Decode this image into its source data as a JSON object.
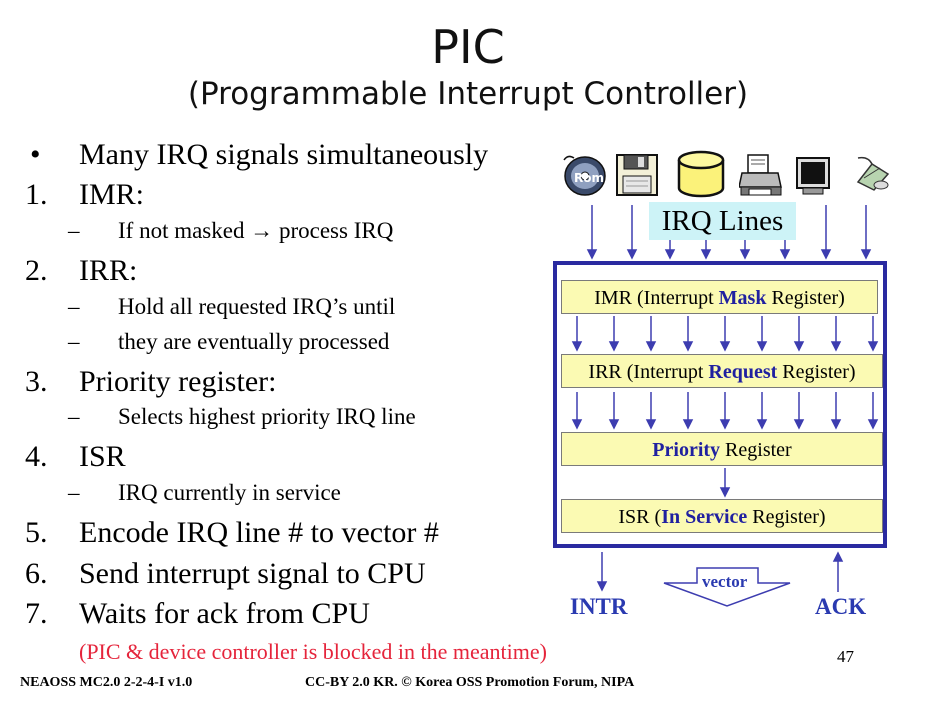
{
  "title": "PIC",
  "subtitle": "(Programmable Interrupt Controller)",
  "bullets": {
    "b0": {
      "marker": "•",
      "text": "Many IRQ signals simultaneously"
    },
    "b1": {
      "marker": "1.",
      "text": "IMR:"
    },
    "b1a": {
      "marker": "–",
      "text": "If not masked → process IRQ"
    },
    "b2": {
      "marker": "2.",
      "text": "IRR:"
    },
    "b2a": {
      "marker": "–",
      "text": "Hold all requested IRQ’s until"
    },
    "b2b": {
      "marker": "–",
      "text": "they are eventually processed"
    },
    "b3": {
      "marker": "3.",
      "text": "Priority register:"
    },
    "b3a": {
      "marker": "–",
      "text": "Selects highest priority IRQ line"
    },
    "b4": {
      "marker": "4.",
      "text": "ISR"
    },
    "b4a": {
      "marker": "–",
      "text": "IRQ currently in service"
    },
    "b5": {
      "marker": "5.",
      "text": "Encode IRQ line # to vector #"
    },
    "b6": {
      "marker": "6.",
      "text": "Send interrupt signal to CPU"
    },
    "b7": {
      "marker": "7.",
      "text": "Waits for ack from CPU"
    },
    "note": "(PIC & device controller is blocked in the meantime)"
  },
  "diagram": {
    "irq_lines_label": "IRQ Lines",
    "imr": {
      "pre": "IMR (Interrupt ",
      "hl": "Mask",
      "post": " Register)"
    },
    "irr": {
      "pre": "IRR (Interrupt ",
      "hl": "Request",
      "post": " Register)"
    },
    "pri": {
      "pre": "",
      "hl": "Priority",
      "post": " Register"
    },
    "isr": {
      "pre": "ISR (",
      "hl": "In Service",
      "post": " Register)"
    },
    "intr": "INTR",
    "ack": "ACK",
    "vector": "vector",
    "devices": [
      "cdrom-icon",
      "floppy-icon",
      "disk-icon",
      "printer-icon",
      "monitor-icon",
      "mouse-icon"
    ],
    "colors": {
      "arrow": "#3d3db0",
      "box_border": "#2a2aa0",
      "register_fill": "#fbfab3",
      "label_bg": "#cdf3f7",
      "warning": "#e5243b"
    }
  },
  "page_number": "47",
  "footer": {
    "left": "NEAOSS MC2.0 2-2-4-I v1.0",
    "center": "CC-BY 2.0 KR. © Korea OSS Promotion Forum, NIPA"
  }
}
